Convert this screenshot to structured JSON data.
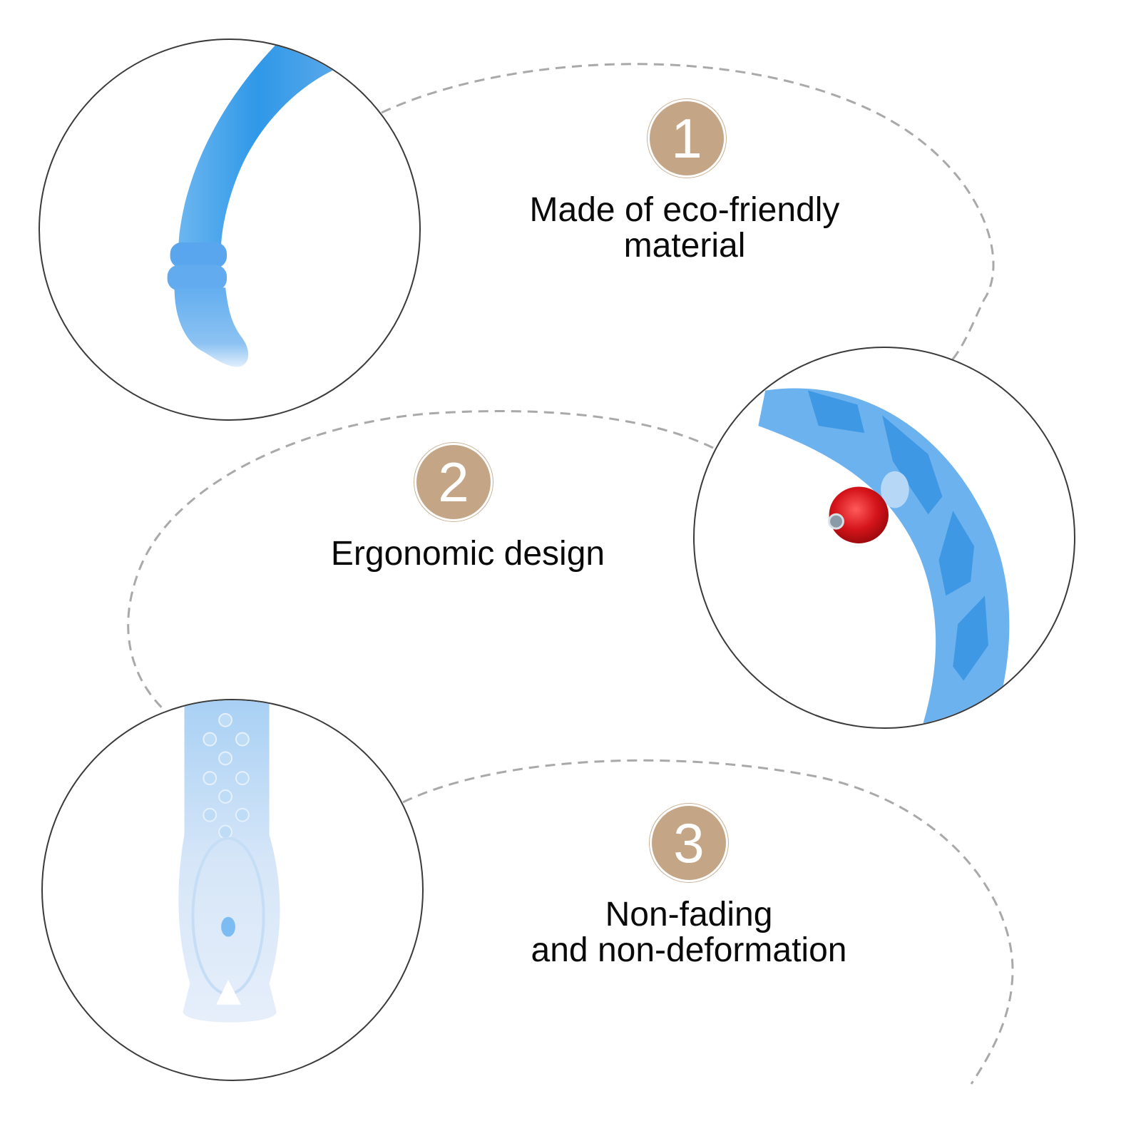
{
  "theme": {
    "badge_color": "#c4a687",
    "dash_color": "#a9a9a9",
    "circle_border": "#3a3a3a",
    "product_blue": "#3a9ae6",
    "bead_red": "#d4141a"
  },
  "features": [
    {
      "number": "1",
      "title_lines": [
        "Made of eco-friendly",
        "material"
      ],
      "image": "hula-hoop-end-tip-closeup"
    },
    {
      "number": "2",
      "title_lines": [
        "Ergonomic design"
      ],
      "image": "hula-hoop-ring-with-red-bead-closeup"
    },
    {
      "number": "3",
      "title_lines": [
        "Non-fading",
        "and non-deformation"
      ],
      "image": "textured-handle-closeup"
    }
  ]
}
